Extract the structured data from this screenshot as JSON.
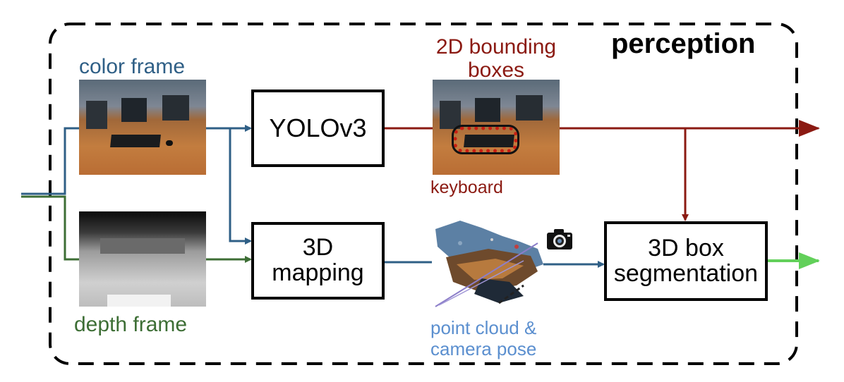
{
  "title": "perception",
  "inputs": {
    "color_frame": "color frame",
    "depth_frame": "depth frame"
  },
  "blocks": {
    "yolo": "YOLOv3",
    "mapping_line1": "3D",
    "mapping_line2": "mapping",
    "segmentation_line1": "3D box",
    "segmentation_line2": "segmentation"
  },
  "labels": {
    "bbox_line1": "2D bounding",
    "bbox_line2": "boxes",
    "detected_class": "keyboard",
    "cloud_line1": "point cloud &",
    "cloud_line2": "camera pose"
  },
  "colors": {
    "color_path": "#2f5f86",
    "depth_path": "#3d6e35",
    "detection_path": "#8b1a12",
    "output_path": "#62d05a",
    "cloud_label": "#5b8fcf"
  },
  "icons": {
    "camera": "camera-icon"
  }
}
